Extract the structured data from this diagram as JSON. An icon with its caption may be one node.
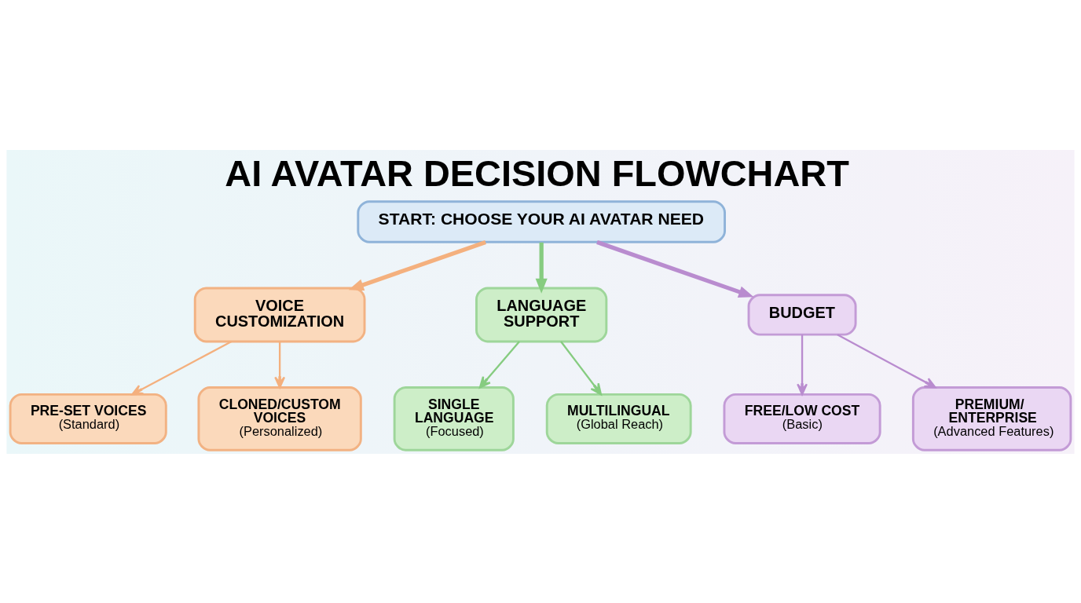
{
  "diagram": {
    "title": "AI AVATAR DECISION FLOWCHART",
    "nodes": [
      {
        "text": [
          "START: CHOOSE YOUR AI AVATAR NEED"
        ]
      },
      {
        "text": [
          "VOICE CUSTOMIZATION"
        ]
      },
      {
        "text": [
          "LANGUAGE SUPPORT"
        ]
      },
      {
        "text": [
          "BUDGET"
        ]
      },
      {
        "text": [
          "PRE-SET VOICES",
          "(Standard)"
        ]
      },
      {
        "text": [
          "CLONED/CUSTOM VOICES",
          "(Personalized)"
        ]
      },
      {
        "text": [
          "SINGLE LANGUAGE",
          "(Focused)"
        ]
      },
      {
        "text": [
          "MULTILINGUAL",
          "(Global Reach)"
        ]
      },
      {
        "text": [
          "FREE/LOW COST",
          "(Basic)"
        ]
      },
      {
        "text": [
          "PREMIUM/ ENTERPRISE",
          "(Advanced Features)"
        ]
      }
    ],
    "edges": [
      {
        "from": 0,
        "to": 1,
        "arrow": "to",
        "style": "thick",
        "color": "#f4b07e"
      },
      {
        "from": 0,
        "to": 2,
        "arrow": "to",
        "style": "thick",
        "color": "#86cc80"
      },
      {
        "from": 0,
        "to": 3,
        "arrow": "to",
        "style": "thick",
        "color": "#b98ccf"
      },
      {
        "from": 1,
        "to": 4,
        "arrow": "to",
        "color": "#f4b07e"
      },
      {
        "from": 1,
        "to": 5,
        "arrow": "to",
        "color": "#f4b07e"
      },
      {
        "from": 2,
        "to": 6,
        "arrow": "to",
        "color": "#86cc80"
      },
      {
        "from": 2,
        "to": 7,
        "arrow": "to",
        "color": "#86cc80"
      },
      {
        "from": 3,
        "to": 8,
        "arrow": "to",
        "color": "#b98ccf"
      },
      {
        "from": 3,
        "to": 9,
        "arrow": "to",
        "color": "#b98ccf"
      }
    ]
  }
}
